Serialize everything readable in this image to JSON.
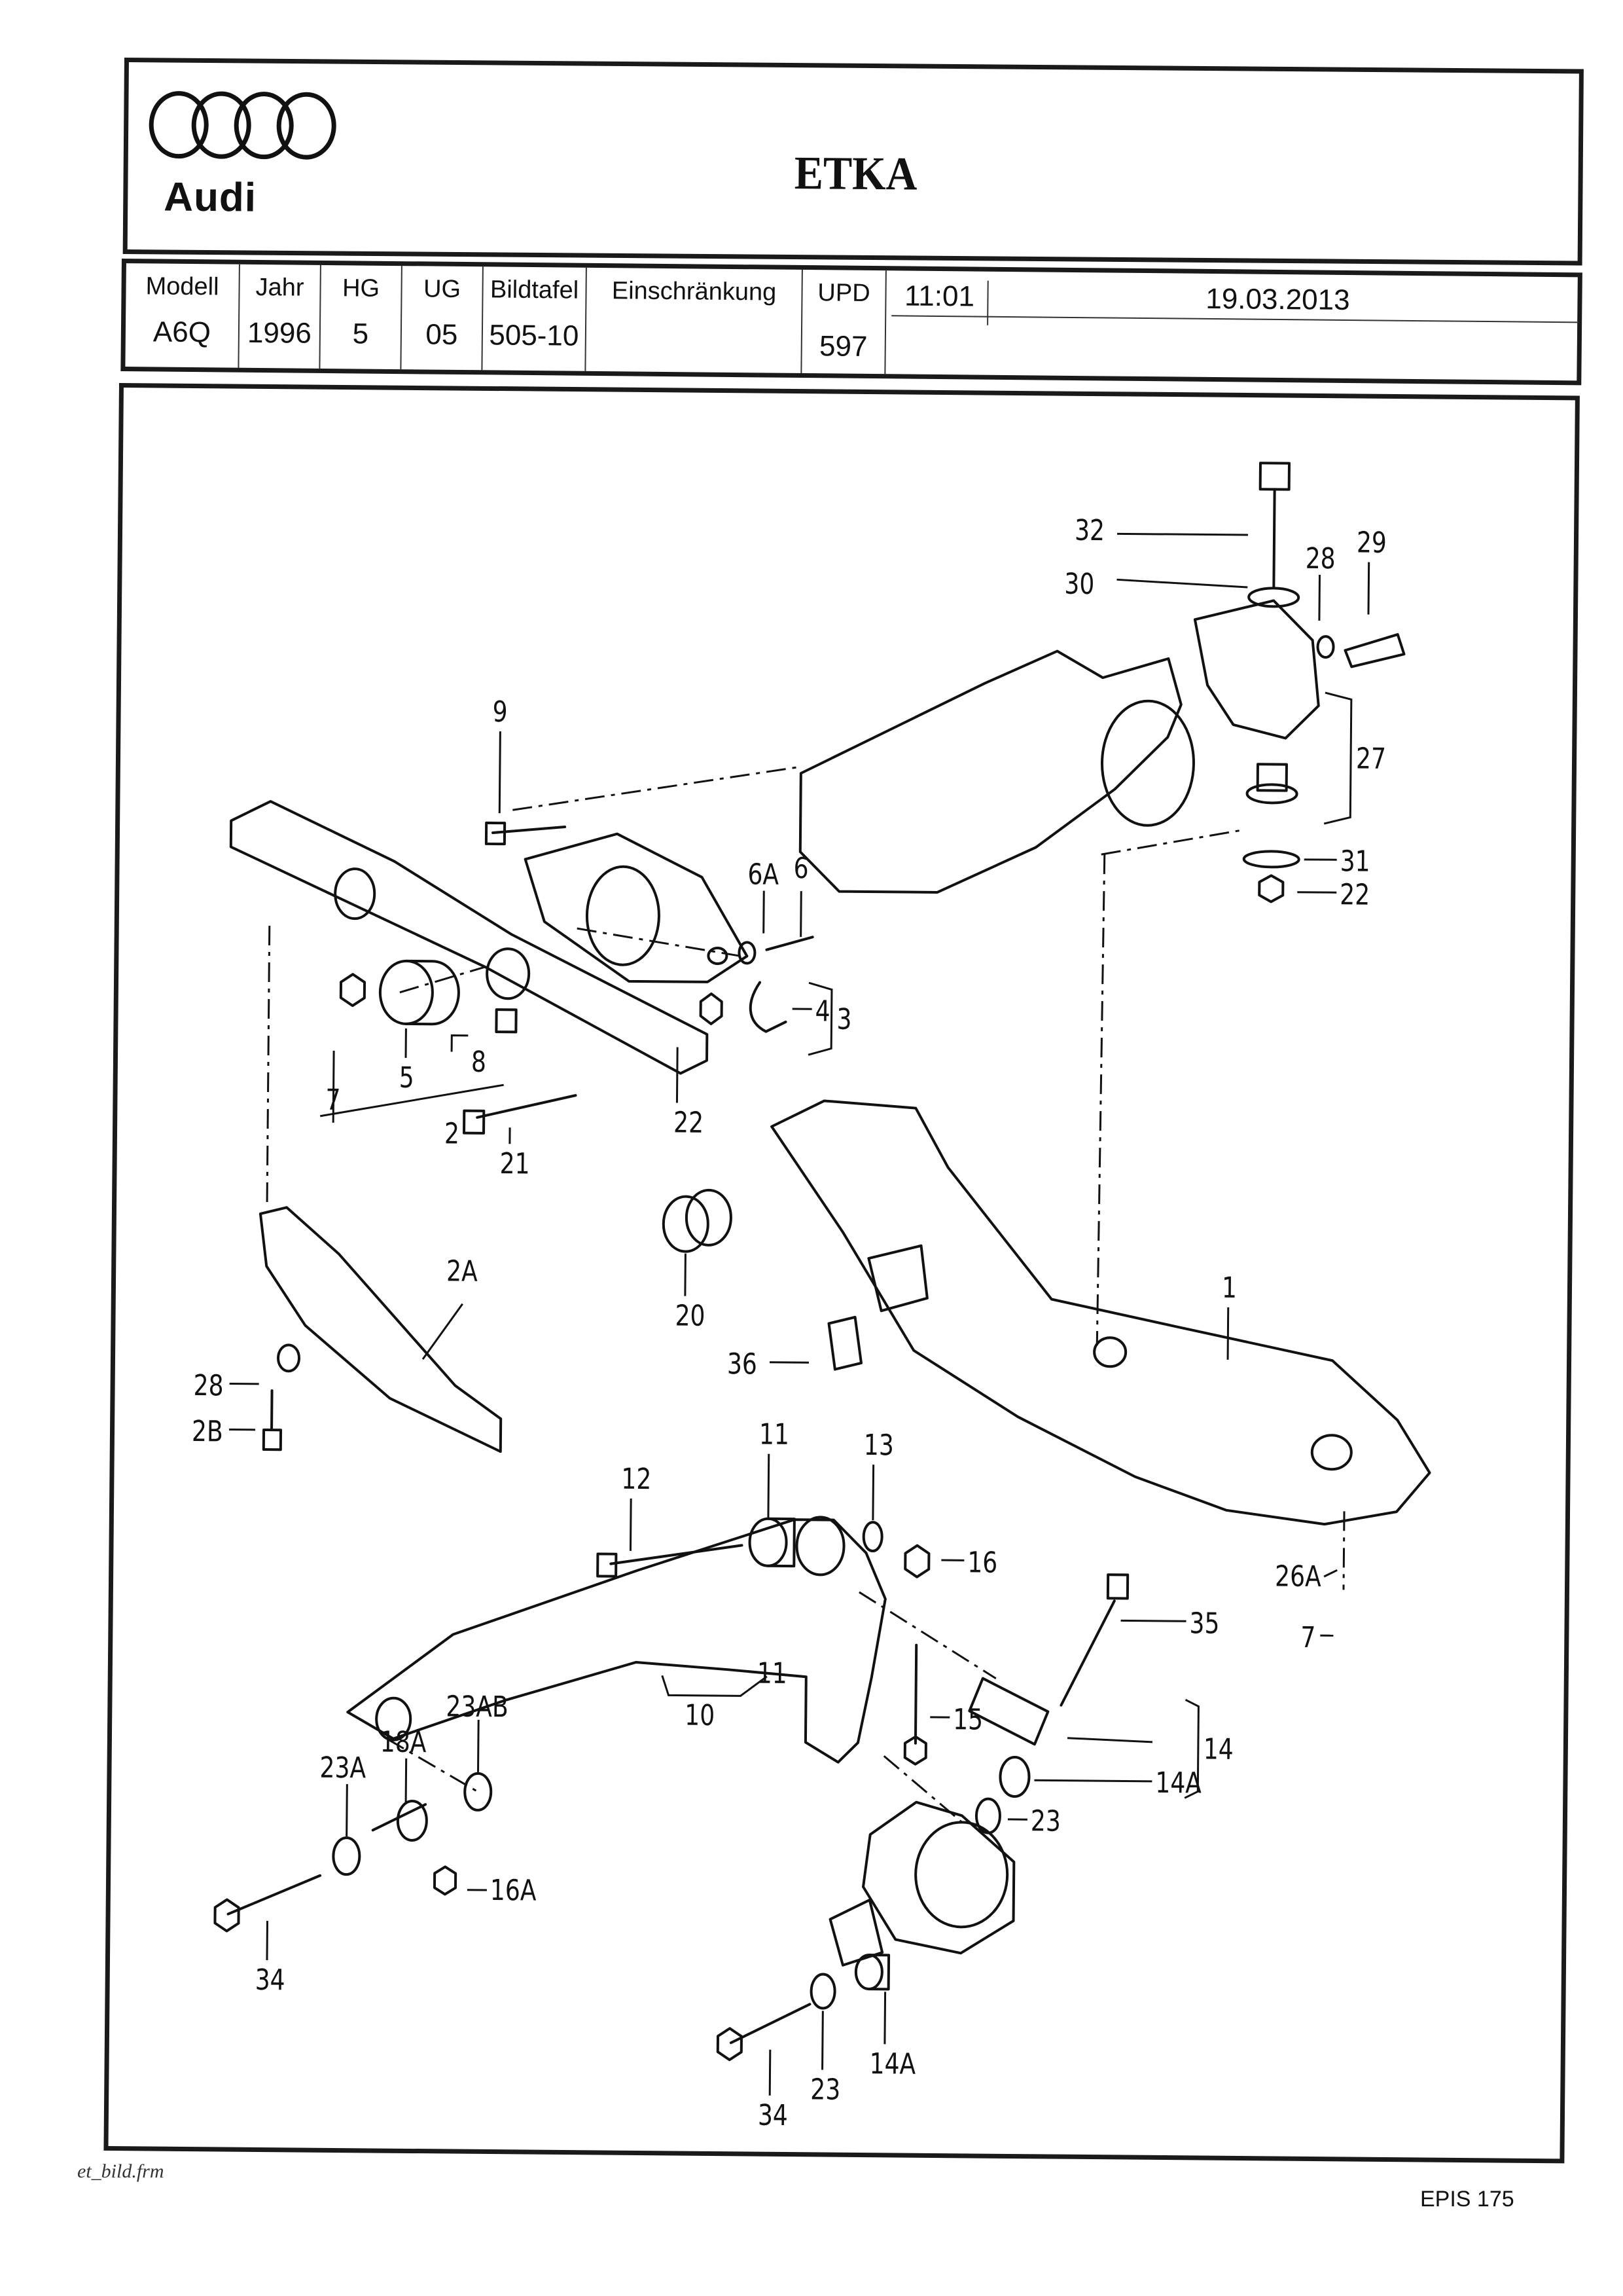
{
  "header": {
    "brand": "Audi",
    "logo_icon": "audi-four-rings-icon",
    "title": "ETKA"
  },
  "meta": {
    "columns": [
      {
        "label": "Modell",
        "value": "A6Q"
      },
      {
        "label": "Jahr",
        "value": "1996"
      },
      {
        "label": "HG",
        "value": "5"
      },
      {
        "label": "UG",
        "value": "05"
      },
      {
        "label": "Bildtafel",
        "value": "505-10"
      },
      {
        "label": "Einschränkung",
        "value": ""
      },
      {
        "label": "UPD",
        "value": "597"
      }
    ],
    "time": "11:01",
    "date": "19.03.2013"
  },
  "diagram": {
    "description": "Exploded view: rear axle subframe, differential mounting, wishbones and bushings",
    "callouts": [
      {
        "id": "c32",
        "label": "32"
      },
      {
        "id": "c30",
        "label": "30"
      },
      {
        "id": "c28a",
        "label": "28"
      },
      {
        "id": "c29",
        "label": "29"
      },
      {
        "id": "c27",
        "label": "27"
      },
      {
        "id": "c31",
        "label": "31"
      },
      {
        "id": "c22a",
        "label": "22"
      },
      {
        "id": "c9",
        "label": "9"
      },
      {
        "id": "c6A",
        "label": "6A"
      },
      {
        "id": "c6",
        "label": "6"
      },
      {
        "id": "c3",
        "label": "3"
      },
      {
        "id": "c4",
        "label": "4"
      },
      {
        "id": "c7a",
        "label": "7"
      },
      {
        "id": "c5",
        "label": "5"
      },
      {
        "id": "c8",
        "label": "8"
      },
      {
        "id": "c2",
        "label": "2"
      },
      {
        "id": "c22b",
        "label": "22"
      },
      {
        "id": "c21",
        "label": "21"
      },
      {
        "id": "c20",
        "label": "20"
      },
      {
        "id": "c2A",
        "label": "2A"
      },
      {
        "id": "c28b",
        "label": "28"
      },
      {
        "id": "c2B",
        "label": "2B"
      },
      {
        "id": "c36",
        "label": "36"
      },
      {
        "id": "c1",
        "label": "1"
      },
      {
        "id": "c12",
        "label": "12"
      },
      {
        "id": "c11a",
        "label": "11"
      },
      {
        "id": "c13",
        "label": "13"
      },
      {
        "id": "c16",
        "label": "16"
      },
      {
        "id": "c26A",
        "label": "26A"
      },
      {
        "id": "c7b",
        "label": "7"
      },
      {
        "id": "c35",
        "label": "35"
      },
      {
        "id": "c15",
        "label": "15"
      },
      {
        "id": "c14",
        "label": "14"
      },
      {
        "id": "c14Aa",
        "label": "14A"
      },
      {
        "id": "c23a",
        "label": "23"
      },
      {
        "id": "c23AB",
        "label": "23AB"
      },
      {
        "id": "c18A",
        "label": "18A"
      },
      {
        "id": "c23A",
        "label": "23A"
      },
      {
        "id": "c11b",
        "label": "11"
      },
      {
        "id": "c10",
        "label": "10"
      },
      {
        "id": "c16A",
        "label": "16A"
      },
      {
        "id": "c34a",
        "label": "34"
      },
      {
        "id": "c14Ab",
        "label": "14A"
      },
      {
        "id": "c23b",
        "label": "23"
      },
      {
        "id": "c34b",
        "label": "34"
      }
    ]
  },
  "footer": {
    "form_name": "et_bild.frm",
    "page_code": "EPIS 175"
  }
}
